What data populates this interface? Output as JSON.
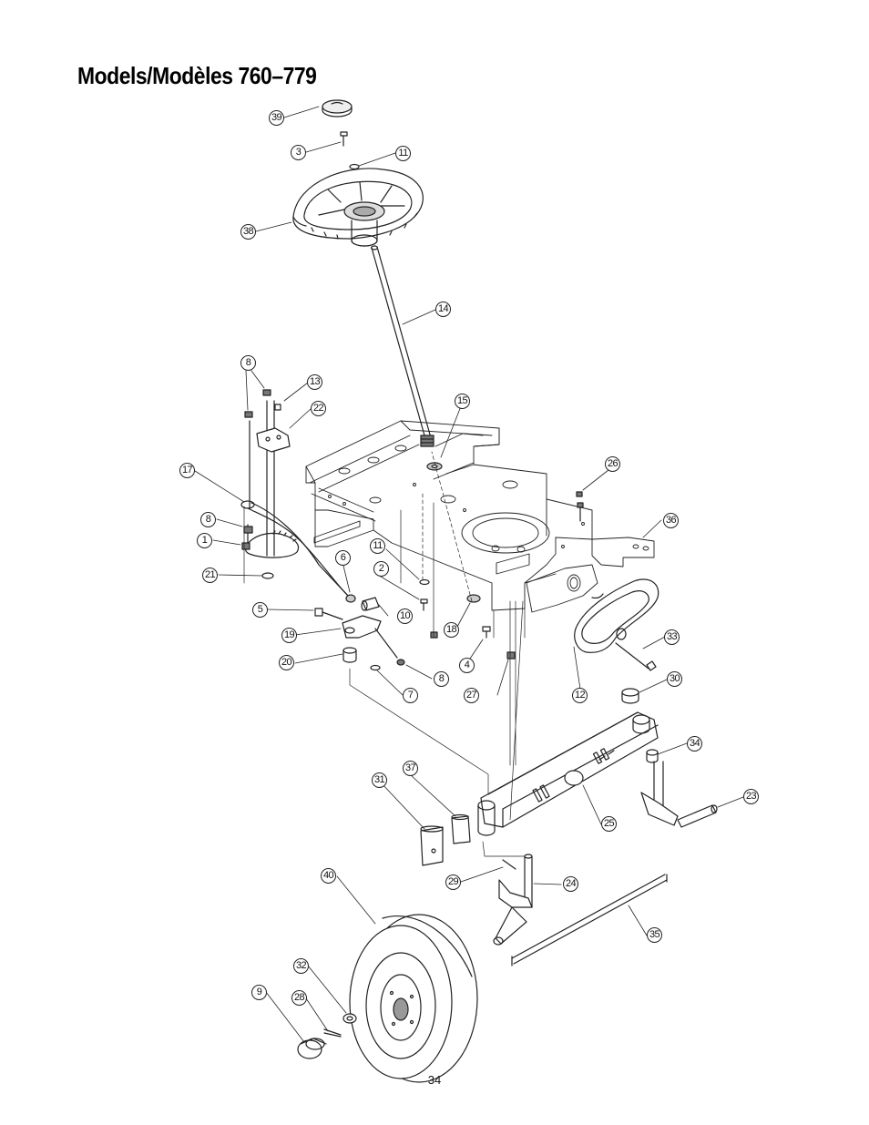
{
  "page": {
    "title": "Models/Modèles 760–779",
    "page_number": "34"
  },
  "callouts": [
    {
      "id": "c39",
      "label": "39"
    },
    {
      "id": "c3",
      "label": "3"
    },
    {
      "id": "c11a",
      "label": "11"
    },
    {
      "id": "c38",
      "label": "38"
    },
    {
      "id": "c14",
      "label": "14"
    },
    {
      "id": "c8a",
      "label": "8"
    },
    {
      "id": "c13",
      "label": "13"
    },
    {
      "id": "c22",
      "label": "22"
    },
    {
      "id": "c15",
      "label": "15"
    },
    {
      "id": "c17",
      "label": "17"
    },
    {
      "id": "c26",
      "label": "26"
    },
    {
      "id": "c8b",
      "label": "8"
    },
    {
      "id": "c1",
      "label": "1"
    },
    {
      "id": "c36",
      "label": "36"
    },
    {
      "id": "c6",
      "label": "6"
    },
    {
      "id": "c11b",
      "label": "11"
    },
    {
      "id": "c2",
      "label": "2"
    },
    {
      "id": "c21",
      "label": "21"
    },
    {
      "id": "c5",
      "label": "5"
    },
    {
      "id": "c10",
      "label": "10"
    },
    {
      "id": "c19",
      "label": "19"
    },
    {
      "id": "c18",
      "label": "18"
    },
    {
      "id": "c33",
      "label": "33"
    },
    {
      "id": "c20",
      "label": "20"
    },
    {
      "id": "c4",
      "label": "4"
    },
    {
      "id": "c8c",
      "label": "8"
    },
    {
      "id": "c7",
      "label": "7"
    },
    {
      "id": "c27",
      "label": "27"
    },
    {
      "id": "c12",
      "label": "12"
    },
    {
      "id": "c30",
      "label": "30"
    },
    {
      "id": "c34",
      "label": "34"
    },
    {
      "id": "c37",
      "label": "37"
    },
    {
      "id": "c31",
      "label": "31"
    },
    {
      "id": "c23",
      "label": "23"
    },
    {
      "id": "c25",
      "label": "25"
    },
    {
      "id": "c40",
      "label": "40"
    },
    {
      "id": "c29",
      "label": "29"
    },
    {
      "id": "c24",
      "label": "24"
    },
    {
      "id": "c35",
      "label": "35"
    },
    {
      "id": "c32",
      "label": "32"
    },
    {
      "id": "c9",
      "label": "9"
    },
    {
      "id": "c28",
      "label": "28"
    }
  ]
}
